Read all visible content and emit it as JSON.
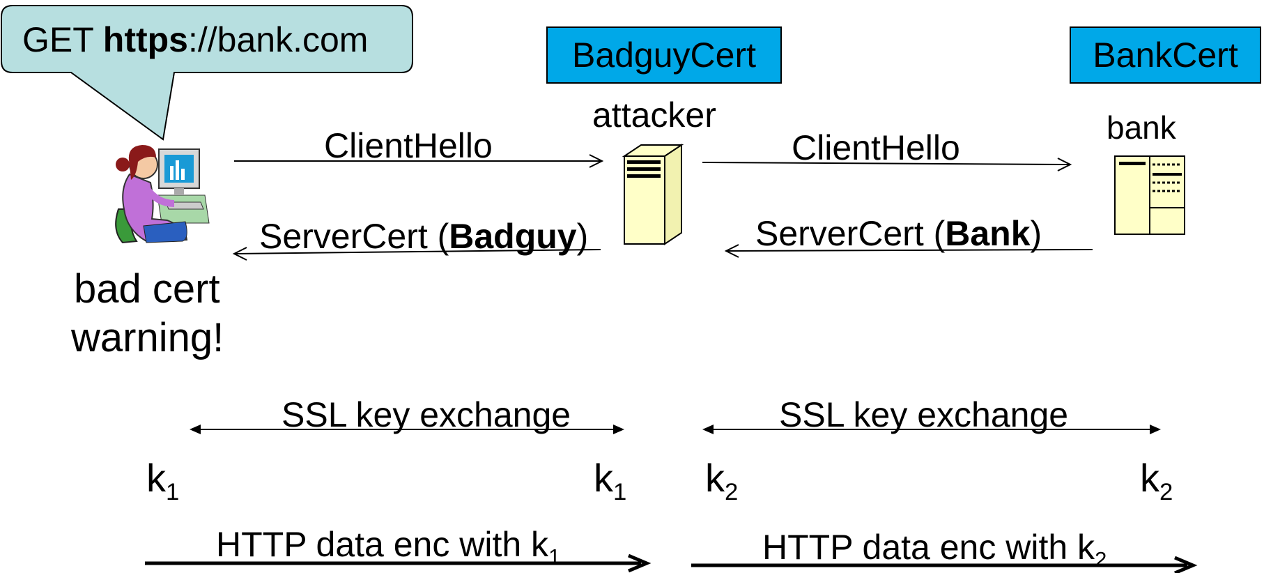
{
  "speech_bubble": {
    "prefix": "GET ",
    "bold": "https",
    "suffix": "://bank.com",
    "color": "#b7dfe0"
  },
  "certs": {
    "badguy": "BadguyCert",
    "bank": "BankCert",
    "color": "#00a8e8"
  },
  "nodes": {
    "attacker": "attacker",
    "bank": "bank"
  },
  "messages": {
    "client_hello_left": "ClientHello",
    "client_hello_right": "ClientHello",
    "servercert_left": {
      "prefix": "ServerCert (",
      "bold": "Badguy",
      "suffix": ")"
    },
    "servercert_right": {
      "prefix": "ServerCert (",
      "bold": "Bank",
      "suffix": ")"
    }
  },
  "warning": {
    "line1": "bad cert",
    "line2": "warning!"
  },
  "key_exchange": {
    "left": "SSL key exchange",
    "right": "SSL key exchange"
  },
  "keys": {
    "k": "k",
    "one": "1",
    "two": "2"
  },
  "data": {
    "prefix": "HTTP data enc with k",
    "sub_left": "1",
    "sub_right": "2"
  }
}
